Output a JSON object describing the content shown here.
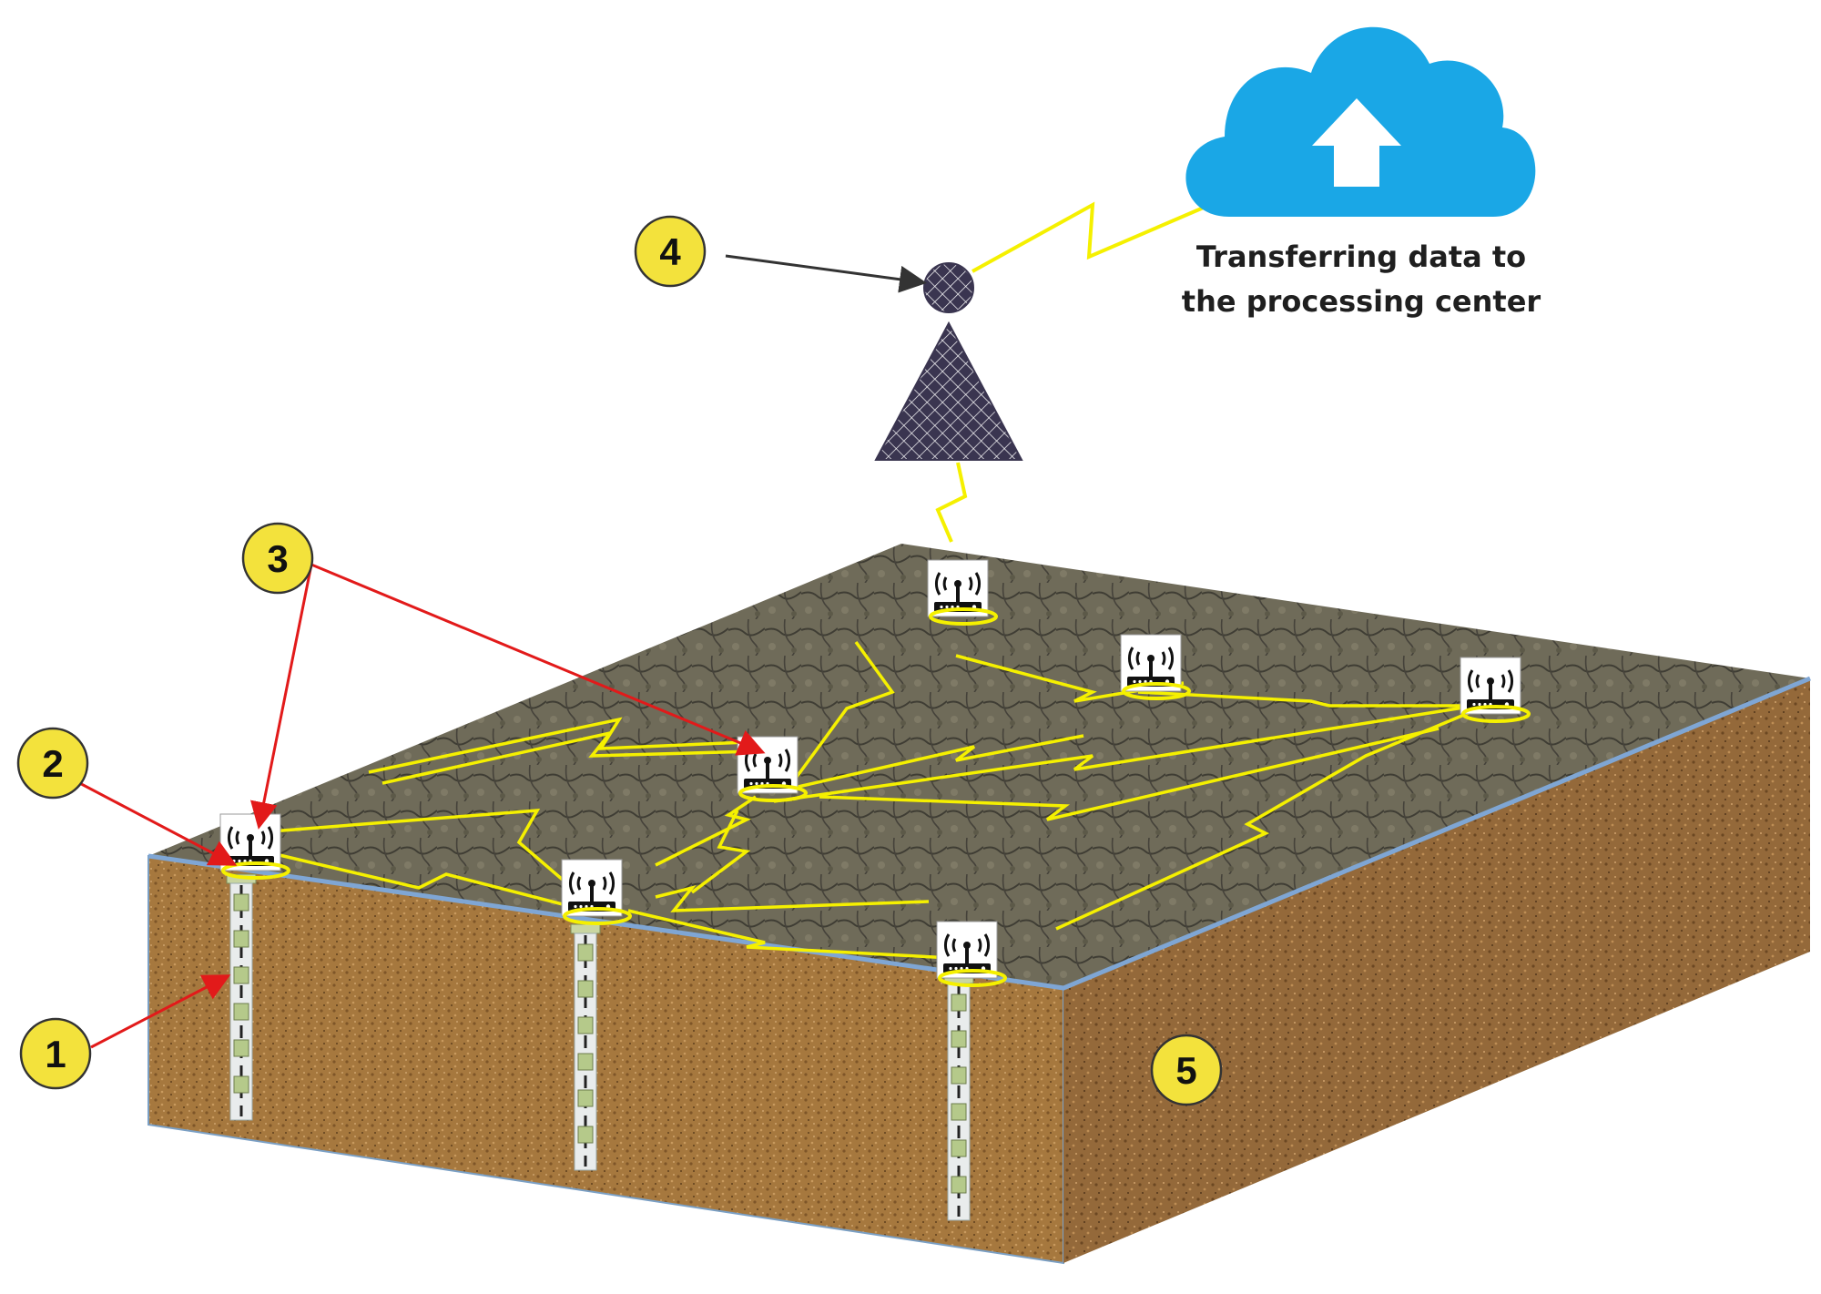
{
  "caption": {
    "line1": "Transferring data to",
    "line2": "the processing center"
  },
  "markers": [
    {
      "id": "marker-1",
      "label": "1"
    },
    {
      "id": "marker-2",
      "label": "2"
    },
    {
      "id": "marker-3",
      "label": "3"
    },
    {
      "id": "marker-4",
      "label": "4"
    },
    {
      "id": "marker-5",
      "label": "5"
    }
  ],
  "colors": {
    "cloud": "#1aa7e6",
    "lightning": "#f5f000",
    "callout_red": "#e21a1a",
    "marker_fill": "#f3e23c",
    "soil": "#a6783e",
    "ground": "#6e6a58",
    "tower": "#3a3550"
  },
  "icons": [
    "cloud-upload-icon",
    "wireless-router-icon",
    "radio-tower-icon",
    "lightning-bolt-icon"
  ]
}
